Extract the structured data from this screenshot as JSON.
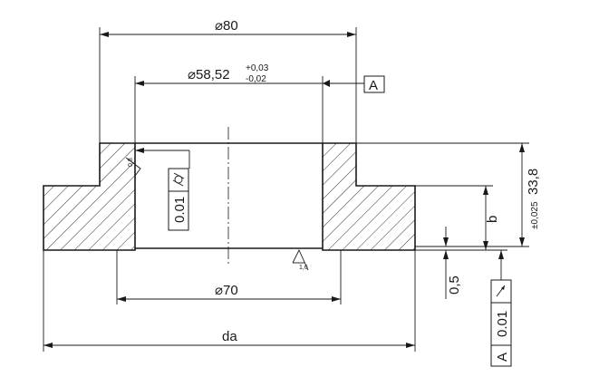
{
  "dimensions": {
    "outer_diameter": "⌀80",
    "bore_diameter": "⌀58,52",
    "bore_tol_upper": "+0,03",
    "bore_tol_lower": "-0,02",
    "bottom_diameter": "⌀70",
    "outer_base": "da",
    "height": "33,8",
    "height_tol": "±0,025",
    "step_height": "b",
    "recess_depth": "0,5"
  },
  "datum": {
    "label": "A"
  },
  "tolerance_frames": {
    "cylindricity_value": "0.01",
    "runout_value": "0.01",
    "runout_datum": "A"
  },
  "surface_finish": {
    "bore_roughness": "0,8",
    "face_roughness": "1,6"
  }
}
